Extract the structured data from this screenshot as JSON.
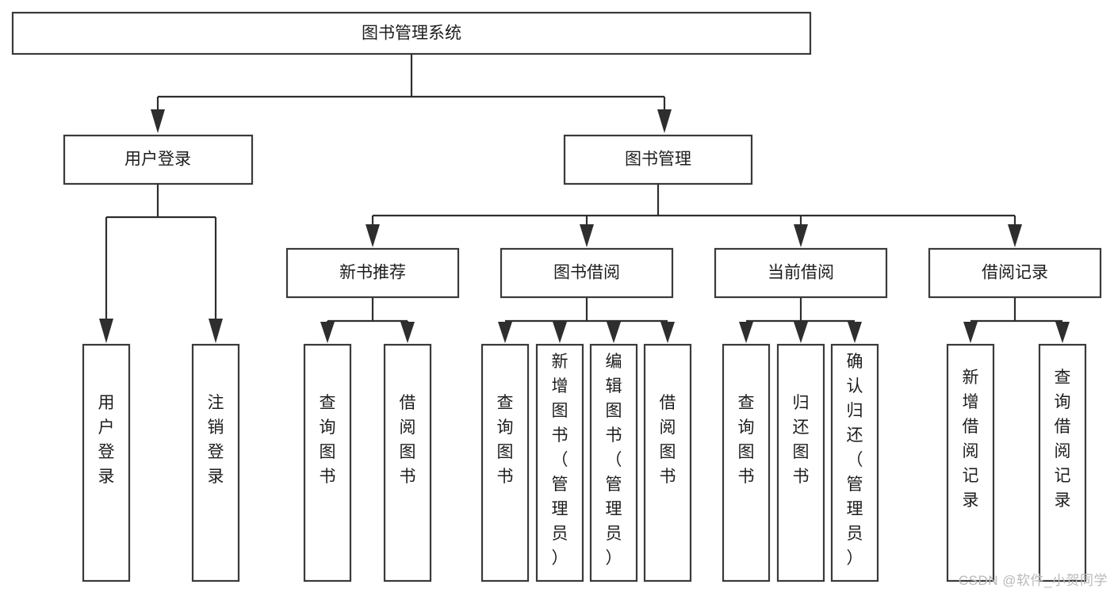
{
  "diagram": {
    "type": "tree-hierarchy-flowchart",
    "title": "图书管理系统",
    "root": {
      "id": "root",
      "label": "图书管理系统",
      "orientation": "horizontal"
    },
    "level1": [
      {
        "id": "user-login",
        "label": "用户登录",
        "orientation": "horizontal"
      },
      {
        "id": "book-manage",
        "label": "图书管理",
        "orientation": "horizontal"
      }
    ],
    "level2": [
      {
        "id": "new-book-rec",
        "label": "新书推荐",
        "parent": "book-manage",
        "orientation": "horizontal"
      },
      {
        "id": "book-borrow",
        "label": "图书借阅",
        "parent": "book-manage",
        "orientation": "horizontal"
      },
      {
        "id": "current-borrow",
        "label": "当前借阅",
        "parent": "book-manage",
        "orientation": "horizontal"
      },
      {
        "id": "borrow-record",
        "label": "借阅记录",
        "parent": "book-manage",
        "orientation": "horizontal"
      }
    ],
    "leaves": [
      {
        "id": "leaf-user-login",
        "label": "用户登录",
        "parent": "user-login",
        "orientation": "vertical"
      },
      {
        "id": "leaf-logout",
        "label": "注销登录",
        "parent": "user-login",
        "orientation": "vertical"
      },
      {
        "id": "leaf-query-book-1",
        "label": "查询图书",
        "parent": "new-book-rec",
        "orientation": "vertical"
      },
      {
        "id": "leaf-borrow-book-1",
        "label": "借阅图书",
        "parent": "new-book-rec",
        "orientation": "vertical"
      },
      {
        "id": "leaf-query-book-2",
        "label": "查询图书",
        "parent": "book-borrow",
        "orientation": "vertical"
      },
      {
        "id": "leaf-add-book",
        "label": "新增图书（管理员）",
        "parent": "book-borrow",
        "orientation": "vertical"
      },
      {
        "id": "leaf-edit-book",
        "label": "编辑图书（管理员）",
        "parent": "book-borrow",
        "orientation": "vertical"
      },
      {
        "id": "leaf-borrow-book-2",
        "label": "借阅图书",
        "parent": "book-borrow",
        "orientation": "vertical"
      },
      {
        "id": "leaf-query-book-3",
        "label": "查询图书",
        "parent": "current-borrow",
        "orientation": "vertical"
      },
      {
        "id": "leaf-return-book",
        "label": "归还图书",
        "parent": "current-borrow",
        "orientation": "vertical"
      },
      {
        "id": "leaf-confirm-return",
        "label": "确认归还（管理员）",
        "parent": "current-borrow",
        "orientation": "vertical"
      },
      {
        "id": "leaf-add-record",
        "label": "新增借阅记录",
        "parent": "borrow-record",
        "orientation": "vertical"
      },
      {
        "id": "leaf-query-record",
        "label": "查询借阅记录",
        "parent": "borrow-record",
        "orientation": "vertical"
      }
    ],
    "colors": {
      "box_fill": "#ffffff",
      "box_stroke": "#3a3a3a",
      "edge": "#2e2e2e",
      "text": "#1d1d1d",
      "background": "#ffffff",
      "watermark": "#b9b9b9"
    }
  },
  "watermark": {
    "text": "CSDN @软件_小贺同学"
  }
}
